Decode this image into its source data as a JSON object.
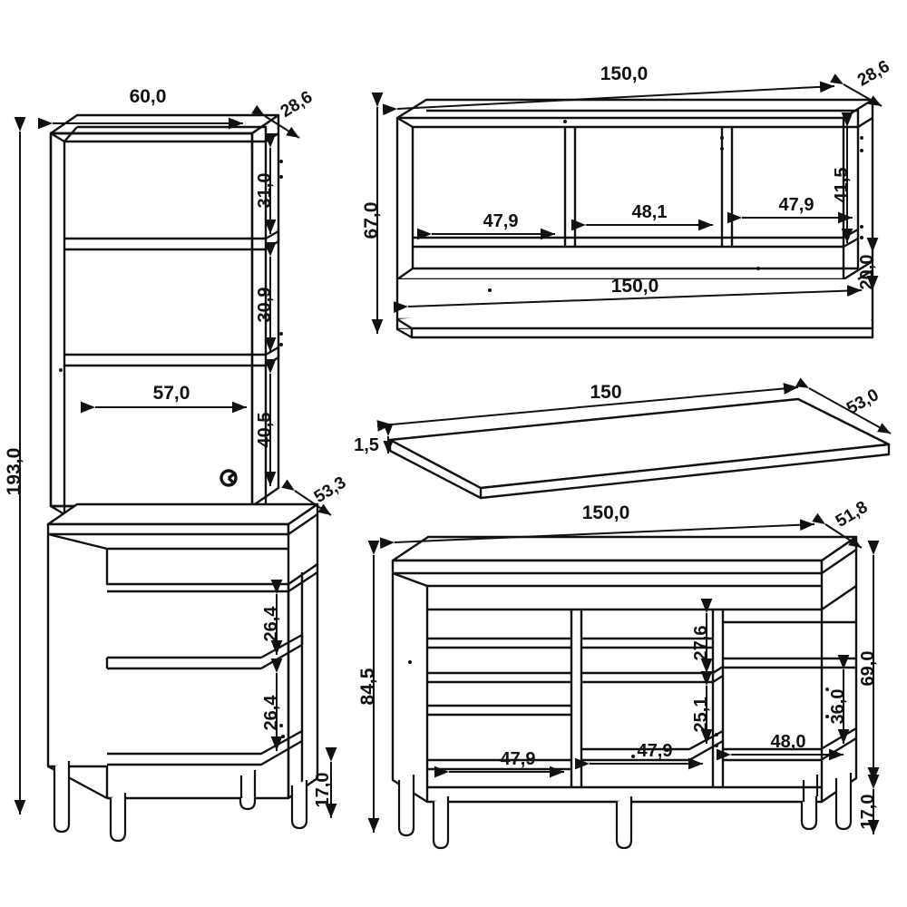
{
  "drawing": {
    "title": "Kitchen cabinet set technical dimension drawing",
    "units": "cm",
    "line_color": "#111111",
    "fill_color": "#ffffff",
    "background": "#ffffff"
  },
  "views": [
    {
      "id": "tall-cabinet",
      "name": "Tall pantry cabinet with countertop base",
      "dimensions": {
        "overall_width": "60,0",
        "overall_depth": "28,6",
        "overall_height": "193,0",
        "base_depth": "53,3",
        "top_shelf_gap": "31,0",
        "mid_shelf_gap": "30,9",
        "niche_height": "40,5",
        "inner_width": "57,0",
        "base_upper_shelf": "26,4",
        "base_lower_shelf": "26,4",
        "leg_height": "17,0"
      }
    },
    {
      "id": "wall-cabinet",
      "name": "Three-door wall cabinet with shelf rail",
      "dimensions": {
        "overall_width": "150,0",
        "overall_depth": "28,6",
        "overall_height": "67,0",
        "bay_left": "47,9",
        "bay_middle": "48,1",
        "bay_right": "47,9",
        "bay_height": "41,5",
        "rail_height": "20,0",
        "rail_width": "150,0"
      }
    },
    {
      "id": "countertop",
      "name": "Countertop panel",
      "dimensions": {
        "length": "150",
        "depth": "53,0",
        "thickness": "1,5"
      }
    },
    {
      "id": "base-cabinet",
      "name": "Base cabinet with drawer and three bays",
      "dimensions": {
        "overall_width": "150,0",
        "overall_depth": "51,8",
        "overall_height": "84,5",
        "body_height": "69,0",
        "leg_height": "17,0",
        "upper_bay": "27,6",
        "lower_bay": "25,1",
        "right_bay_height": "36,0",
        "bay_left": "47,9",
        "bay_middle": "47,9",
        "bay_right": "48,0"
      }
    }
  ],
  "labels": {
    "tall_width": "60,0",
    "tall_depth": "28,6",
    "tall_height": "193,0",
    "tall_shelf_1": "31,0",
    "tall_shelf_2": "30,9",
    "tall_niche": "40,5",
    "tall_inner_w": "57,0",
    "tall_base_depth": "53,3",
    "tall_base_shelf_1": "26,4",
    "tall_base_shelf_2": "26,4",
    "tall_leg": "17,0",
    "wall_width": "150,0",
    "wall_depth": "28,6",
    "wall_height": "67,0",
    "wall_bay_l": "47,9",
    "wall_bay_m": "48,1",
    "wall_bay_r": "47,9",
    "wall_bay_h": "41,5",
    "wall_rail_h": "20,0",
    "wall_rail_w": "150,0",
    "top_len": "150",
    "top_depth": "53,0",
    "top_thick": "1,5",
    "base_width": "150,0",
    "base_depth": "51,8",
    "base_height": "84,5",
    "base_body_h": "69,0",
    "base_leg": "17,0",
    "base_upper": "27,6",
    "base_lower": "25,1",
    "base_right_h": "36,0",
    "base_bay_l": "47,9",
    "base_bay_m": "47,9",
    "base_bay_r": "48,0"
  }
}
